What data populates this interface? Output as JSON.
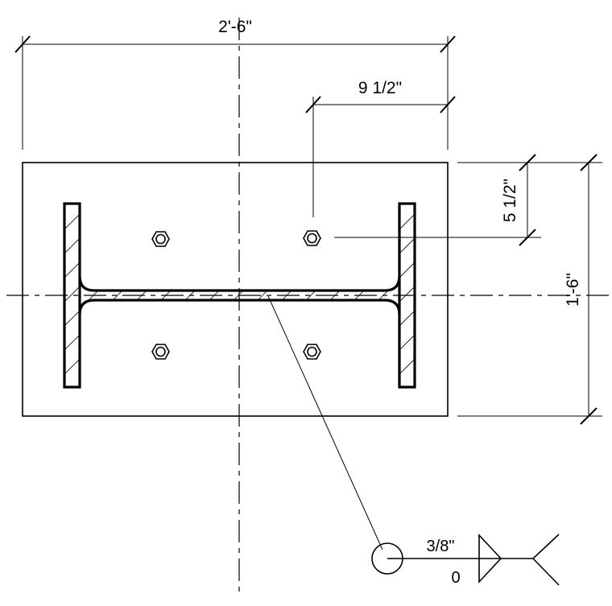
{
  "dimensions": {
    "overall_width": "2'-6\"",
    "bolt_offset_x": "9 1/2\"",
    "bolt_offset_y": "5 1/2\"",
    "overall_height": "1'-6\""
  },
  "weld": {
    "size": "3/8\"",
    "value": "0"
  }
}
